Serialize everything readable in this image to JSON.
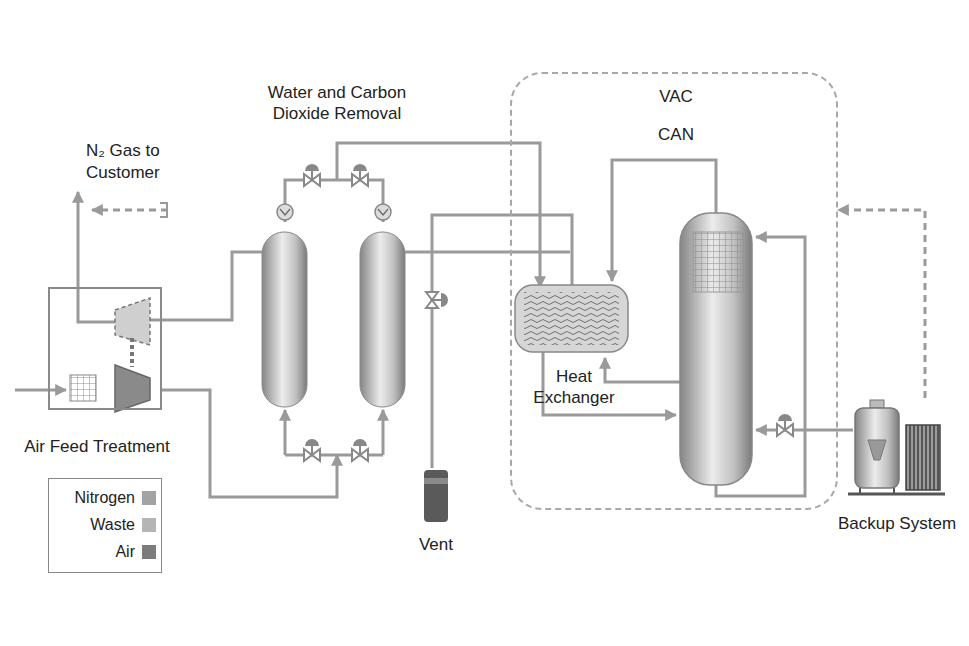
{
  "diagram": {
    "nodes": [
      {
        "text": [
          "Water and Carbon Dioxide Removal"
        ]
      },
      {
        "text": [
          "VAC CAN"
        ]
      },
      {
        "text": [
          "Heat Exchanger"
        ],
        "in": 1
      },
      {
        "text": [
          "Air Feed Treatment"
        ]
      },
      {
        "text": [
          "Vent"
        ]
      },
      {
        "text": [
          "Backup System"
        ]
      }
    ],
    "edges": [
      {
        "from": 3,
        "to": 0,
        "arrow": "to"
      },
      {
        "from": 0,
        "to": 2,
        "arrow": "to"
      },
      {
        "from": 2,
        "to": 4,
        "arrow": "none"
      },
      {
        "from": 5,
        "to": 1,
        "arrow": "to"
      }
    ],
    "labels": [
      "N₂ Gas to Customer"
    ],
    "legend": [
      {
        "text": "Nitrogen",
        "color": "#a3a3a3"
      },
      {
        "text": "Waste",
        "color": "#b5b5b5"
      },
      {
        "text": "Air",
        "color": "#7c7c7c"
      }
    ]
  }
}
